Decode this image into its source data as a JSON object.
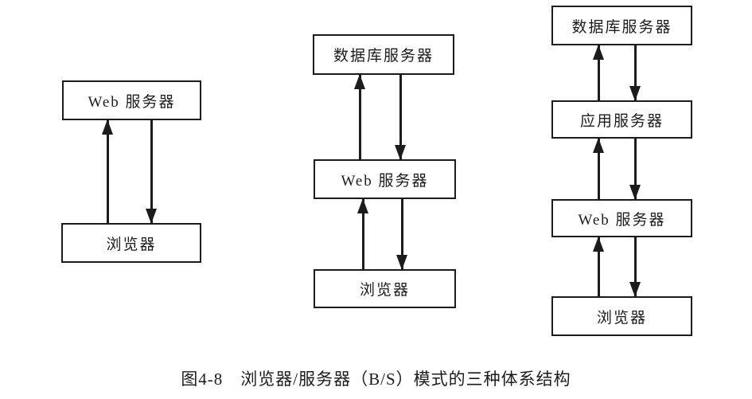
{
  "figure": {
    "caption": "图4-8　浏览器/服务器（B/S）模式的三种体系结构"
  },
  "diagrams": [
    {
      "name": "two-tier",
      "nodes": [
        "Web 服务器",
        "浏览器"
      ]
    },
    {
      "name": "three-tier",
      "nodes": [
        "数据库服务器",
        "Web 服务器",
        "浏览器"
      ]
    },
    {
      "name": "four-tier",
      "nodes": [
        "数据库服务器",
        "应用服务器",
        "Web 服务器",
        "浏览器"
      ]
    }
  ]
}
